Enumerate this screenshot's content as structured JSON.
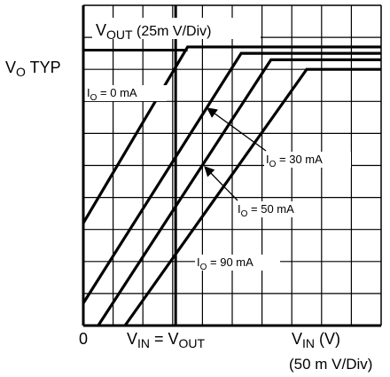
{
  "colors": {
    "background": "#ffffff",
    "ink": "#000000"
  },
  "chart_data": {
    "type": "line",
    "grid": true,
    "legend": "none",
    "x_divisions": 10,
    "y_divisions": 10,
    "x_per_div_mV": 50,
    "y_per_div_mV": 25,
    "xlim_div": [
      0,
      10
    ],
    "ylim_div": [
      0,
      10
    ],
    "marked_x_div": 3.1,
    "typical_level_div": 8.6,
    "y_label": {
      "main": "V",
      "sub": "OUT",
      "rest": " (25m V/Div)"
    },
    "y_level_label": {
      "main": "V",
      "sub": "O",
      "rest": " TYP"
    },
    "x_origin_label": "0",
    "x_marker_label": {
      "a": "V",
      "a_sub": "IN",
      "eq": " = ",
      "b": "V",
      "b_sub": "OUT"
    },
    "x_label": {
      "main": "V",
      "sub": "IN",
      "rest": " (V)",
      "unit": "(50 m V/Div)"
    },
    "series": [
      {
        "name_main": "I",
        "name_sub": "O",
        "name_rest": " = 0 mA",
        "x": [
          0.0,
          3.5,
          10.0
        ],
        "y": [
          3.2,
          8.7,
          8.7
        ]
      },
      {
        "name_main": "I",
        "name_sub": "O",
        "name_rest": " = 30 mA",
        "x": [
          0.0,
          5.3,
          10.0
        ],
        "y": [
          0.7,
          8.5,
          8.5
        ]
      },
      {
        "name_main": "I",
        "name_sub": "O",
        "name_rest": " = 50 mA",
        "x": [
          0.5,
          6.3,
          10.0
        ],
        "y": [
          0.0,
          8.3,
          8.3
        ]
      },
      {
        "name_main": "I",
        "name_sub": "O",
        "name_rest": " = 90 mA",
        "x": [
          1.4,
          7.5,
          10.0
        ],
        "y": [
          0.0,
          8.0,
          8.0
        ]
      }
    ]
  }
}
